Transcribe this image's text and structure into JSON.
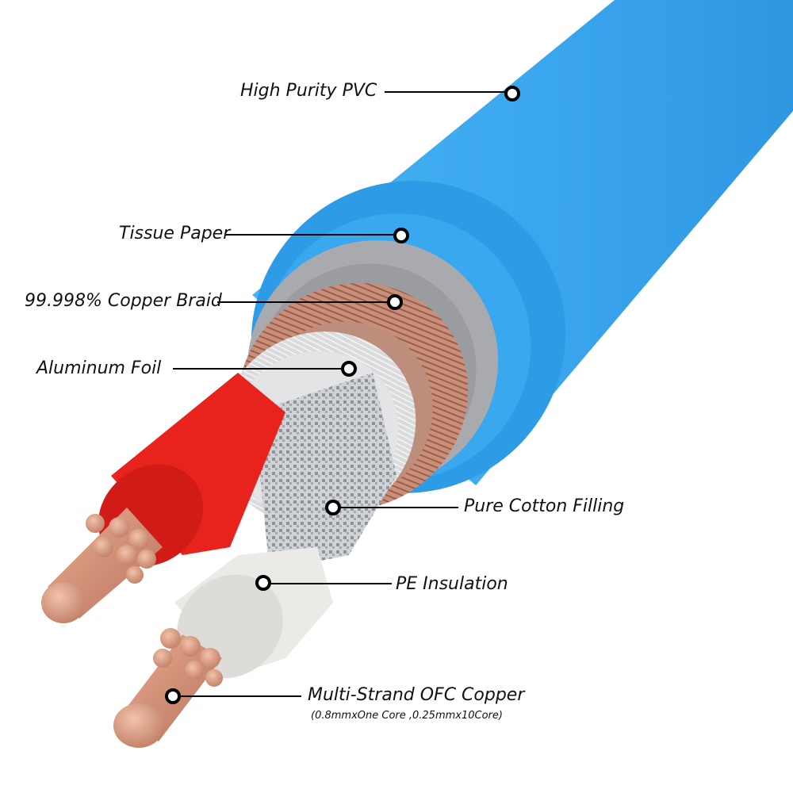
{
  "labels": {
    "pvc": "High Purity PVC",
    "tissue": "Tissue Paper",
    "braid": "99.998% Copper Braid",
    "foil": "Aluminum Foil",
    "cotton": "Pure Cotton Filling",
    "pe": "PE Insulation",
    "copper": "Multi-Strand OFC Copper",
    "copper_spec": "(0.8mmxOne Core ,0.25mmx10Core)"
  },
  "colors": {
    "jacket": "#3aa6ee",
    "tissue": "#a9aaae",
    "braid": "#c98f79",
    "foil": "#d9dadc",
    "cotton": "#b8bbbf",
    "red_core": "#e8221c",
    "white_core": "#eceae6",
    "copper": "#d99a80"
  }
}
